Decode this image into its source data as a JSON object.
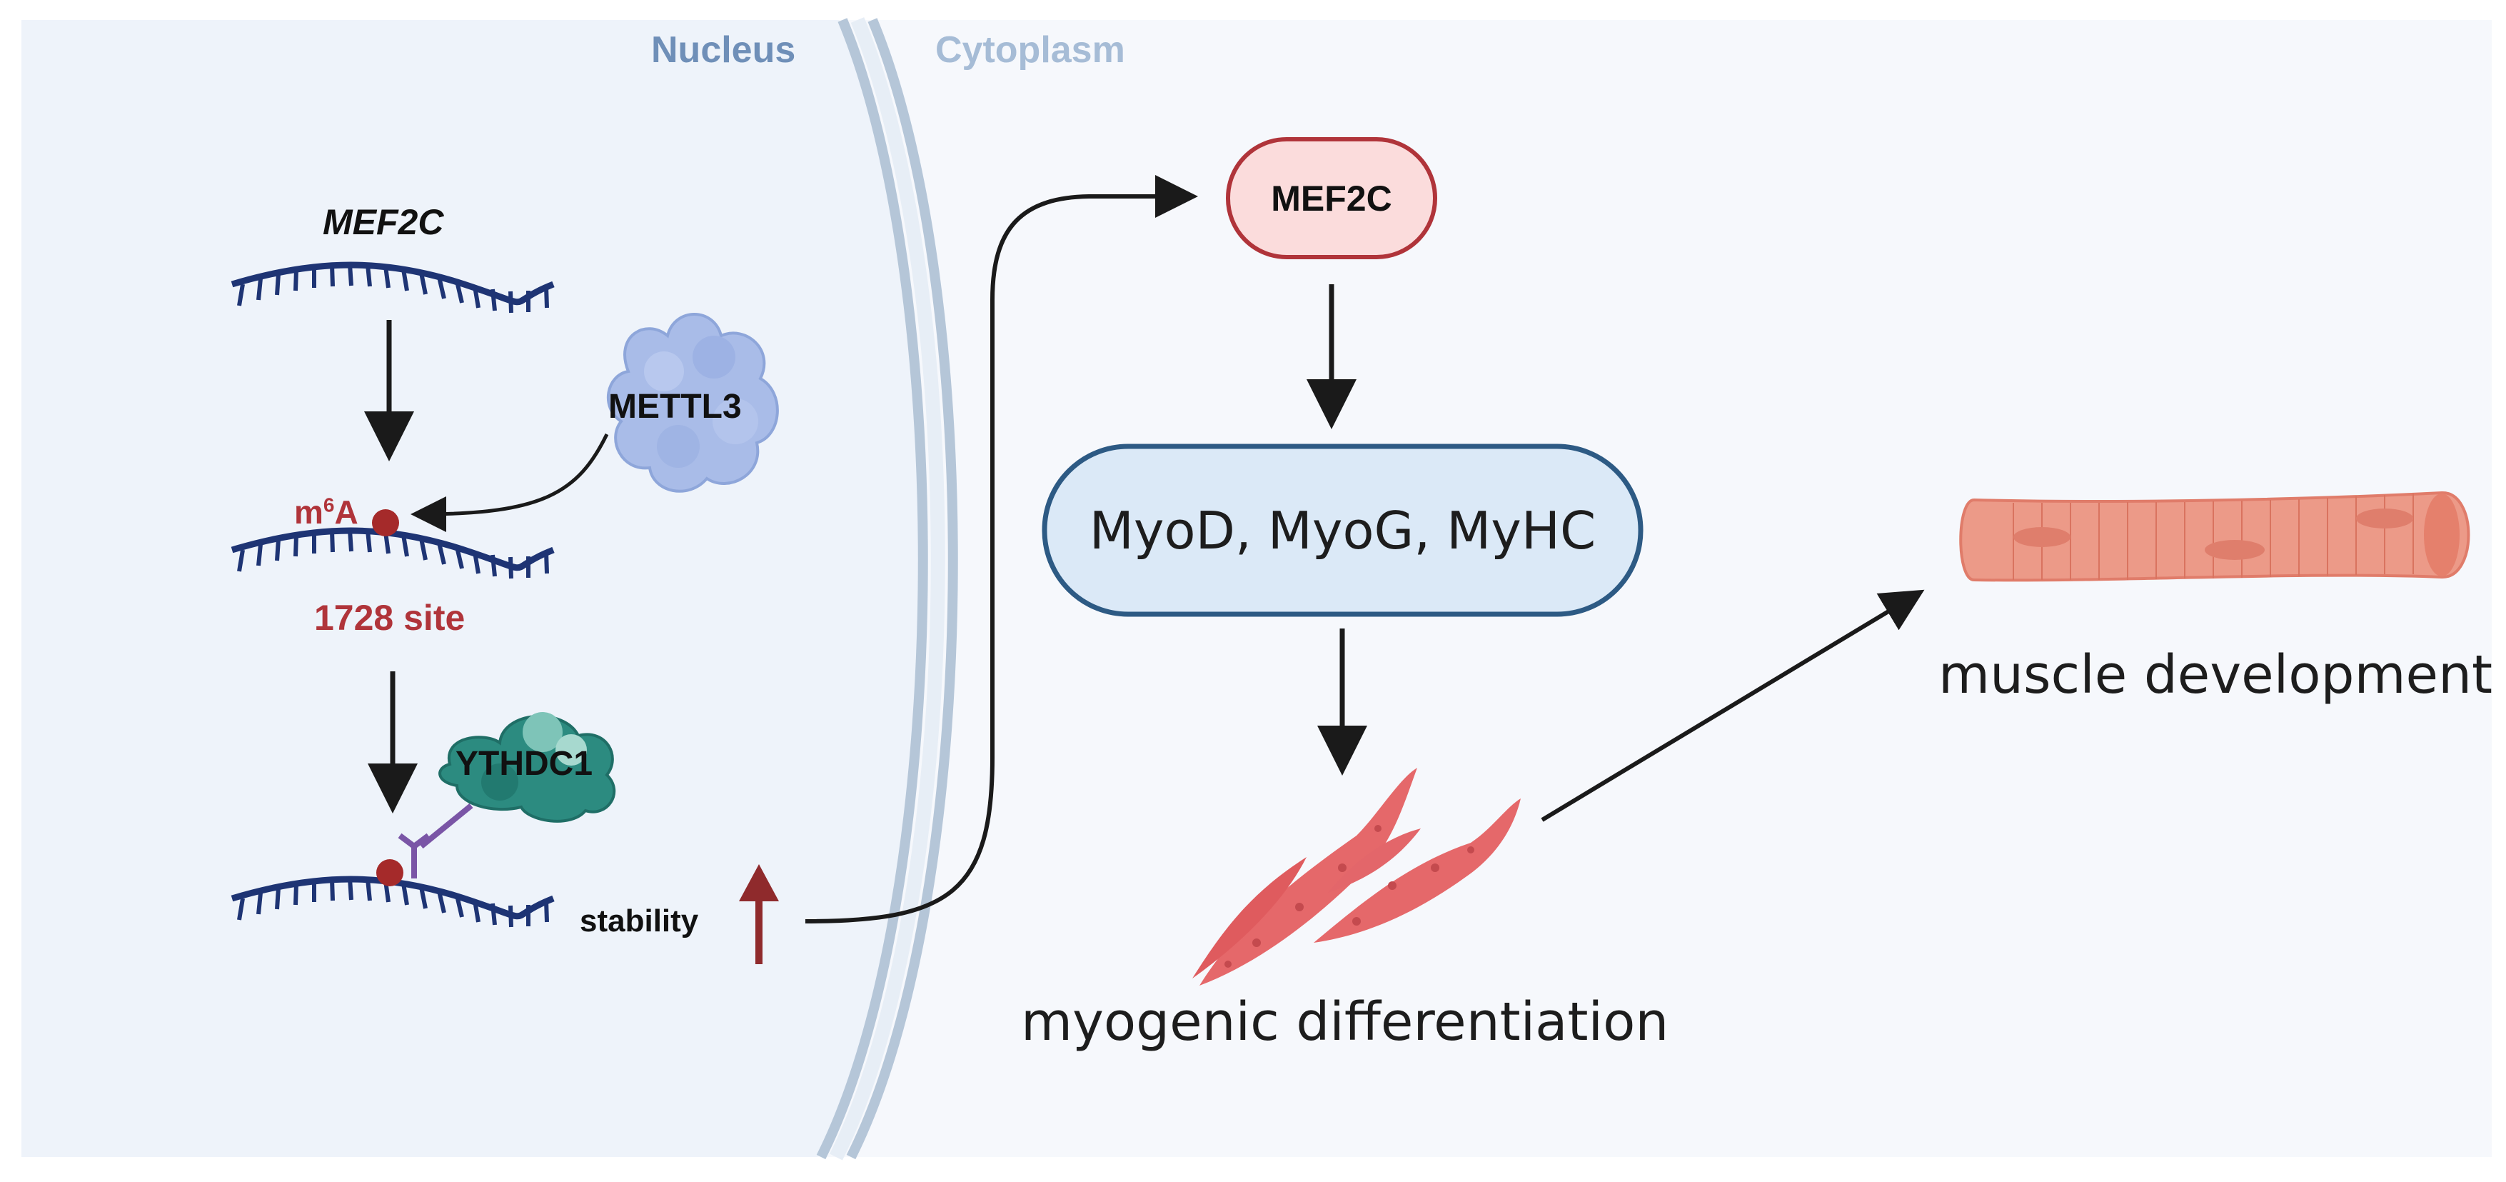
{
  "compartments": {
    "nucleus": "Nucleus",
    "cytoplasm": "Cytoplasm"
  },
  "nucleus_panel": {
    "gene_label": "MEF2C",
    "m6a_base": "m",
    "m6a_sup": "6",
    "m6a_letter": "A",
    "site_label": "1728 site",
    "writer_protein": "METTL3",
    "reader_protein": "YTHDC1",
    "stability_label": "stability"
  },
  "cytoplasm_panel": {
    "protein_box": "MEF2C",
    "markers_box": "MyoD, MyoG, MyHC",
    "differentiation_label": "myogenic differentiation",
    "development_label": "muscle development"
  },
  "icons": {
    "writer_icon": "protein-blob-icon",
    "reader_icon": "protein-blob-icon",
    "mrna_icon": "mrna-strand-icon",
    "m6a_icon": "methyl-dot-icon",
    "myoblast_icon": "myoblast-cells-icon",
    "fiber_icon": "muscle-fiber-icon",
    "up_icon": "up-arrow-icon"
  },
  "colors": {
    "nucleus_bg": "#eef3fa",
    "cytoplasm_bg": "#f6f8fc",
    "membrane": "#a9bdd1",
    "rna": "#1e3474",
    "m6a_red": "#b0343a",
    "mettl3_fill": "#a9bce8",
    "ythdc1_fill": "#2c8b80",
    "mef2c_fill": "#fbdcdc",
    "mef2c_stroke": "#b0343a",
    "markers_fill": "#dbe9f7",
    "markers_stroke": "#2d5a84",
    "cells_fill": "#e5686a",
    "fiber_fill": "#ec9a88"
  }
}
